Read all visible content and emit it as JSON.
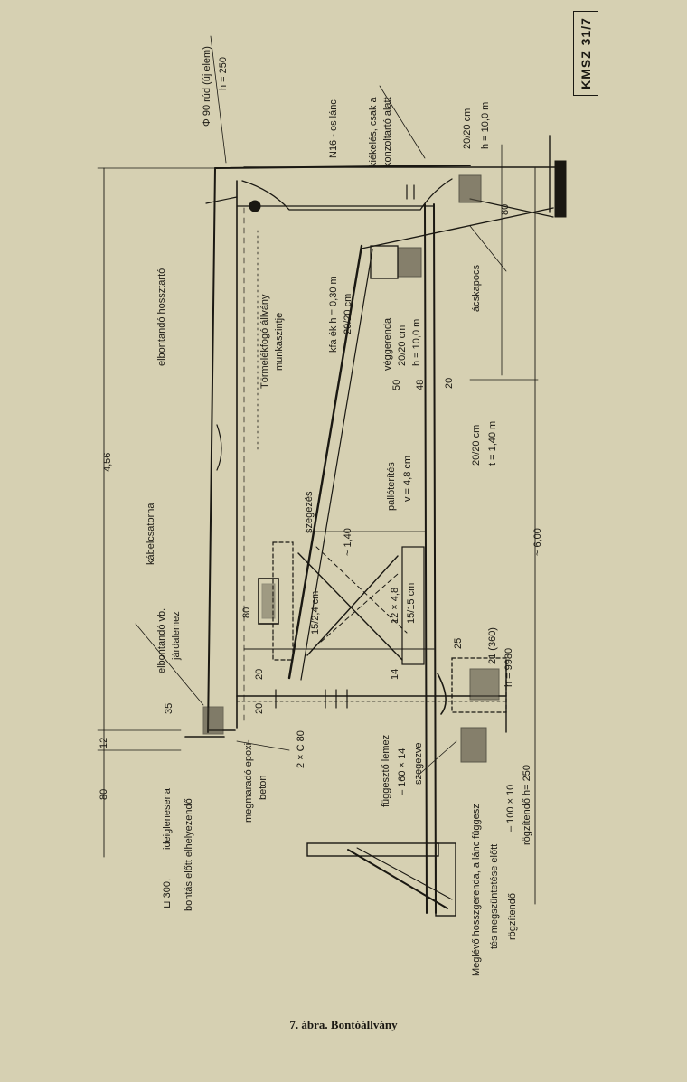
{
  "stamp": "KMSZ 31/7",
  "caption": "7. ábra. Bontóállvány",
  "labels": {
    "rod": "Φ 90 rúd (új elem)",
    "rod_h": "h = 250",
    "chain": "N16 - os lánc",
    "wedge_note_1": "kiékelés, csak a",
    "wedge_note_2": "konzoltartó alatt",
    "beam_top_1": "20/20  cm",
    "beam_top_2": "h = 10,0 m",
    "dim_80_top": "80",
    "beam_removed": "elbontandó hossztartó",
    "debris_1": "Törmelékfogó állvány",
    "debris_2": "munkaszintje",
    "wood_wedge_1": "kfa ék   h = 0,30 m",
    "wood_wedge_2": "20/20 cm",
    "clamp": "ácskapocs",
    "end_beam_1": "véggerenda",
    "end_beam_2": "20/20 cm",
    "end_beam_3": "h = 10,0 m",
    "dim_50": "50",
    "dim_48": "48",
    "dim_20a": "20",
    "overall_456": "4,56",
    "deck_beam_1": "20/20  cm",
    "deck_beam_2": "t = 1,40 m",
    "deck_1": "pallóterítés",
    "deck_2": "v = 4,8 cm",
    "cable": "kábelcsatorna",
    "nailing": "szegezés",
    "dim_140": "~ 1,40",
    "overall_600": "~ 6,00",
    "slab_1": "elbontandó vb.",
    "slab_2": "járdalemez",
    "dim_80": "80",
    "brace_1": "15/2,4 cm",
    "brace_2": "12 × 4,8",
    "brace_3": "15/15 cm",
    "dim_20b": "20",
    "dim_20c": "20",
    "dim_35": "35",
    "dim_14": "14",
    "dim_12": "12",
    "channel": "2 × C 80",
    "dim_80b": "80",
    "temp_1": "ideiglenesena",
    "temp_2": "bontás előtt elhelyezendő",
    "lprofile": "⊔ 300,",
    "epoxy_1": "megmaradó epoxi-",
    "epoxy_2": "beton",
    "plate_1": "függesztő lemez",
    "plate_2": "– 160 × 14",
    "plate_3": "szegezve",
    "hanger_1": "21 (360)",
    "hanger_2": "h = 9980",
    "hanger_3": "– 100 × 10",
    "hanger_4": "rögzítendő h= 250",
    "dim_25": "25",
    "existing_1": "Meglévő hosszgerenda, a lánc függesz",
    "existing_2": "tés megszüntetése előtt",
    "existing_3": "rögzítendő"
  }
}
